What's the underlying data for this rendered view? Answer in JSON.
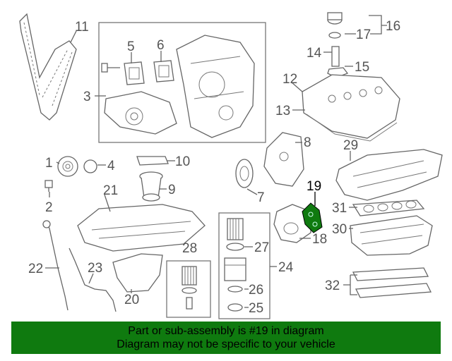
{
  "callouts": {
    "c1": "1",
    "c2": "2",
    "c3": "3",
    "c4": "4",
    "c5": "5",
    "c6": "6",
    "c7": "7",
    "c8": "8",
    "c9": "9",
    "c10": "10",
    "c11": "11",
    "c12": "12",
    "c13": "13",
    "c14": "14",
    "c15": "15",
    "c16": "16",
    "c17": "17",
    "c18": "18",
    "c19": "19",
    "c20": "20",
    "c21": "21",
    "c22": "22",
    "c23": "23",
    "c24": "24",
    "c25": "25",
    "c26": "26",
    "c27": "27",
    "c28": "28",
    "c29": "29",
    "c30": "30",
    "c31": "31",
    "c32": "32"
  },
  "highlight_color": "#0f7a0f",
  "banner": {
    "line1": "Part or sub-assembly is #19 in diagram",
    "line2": "Diagram may not be specific to your vehicle"
  }
}
